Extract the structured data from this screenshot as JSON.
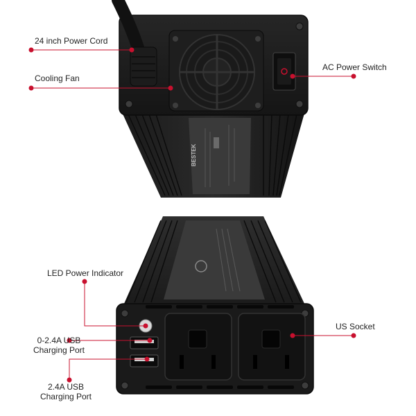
{
  "brand": {
    "logo_text": "BESTEK"
  },
  "accent_color": "#c8102e",
  "callouts": {
    "power_cord": "24 inch Power Cord",
    "cooling_fan": "Cooling Fan",
    "ac_switch": "AC Power Switch",
    "led_indicator": "LED Power Indicator",
    "usb_port_1_line1": "0-2.4A USB",
    "usb_port_1_line2": "Charging Port",
    "usb_port_2_line1": "2.4A USB",
    "usb_port_2_line2": "Charging Port",
    "us_socket": "US Socket"
  },
  "icons": [
    "fan-icon",
    "rocker-switch-icon",
    "usb-port-icon",
    "us-outlet-icon",
    "led-indicator-icon",
    "screw-icon"
  ]
}
